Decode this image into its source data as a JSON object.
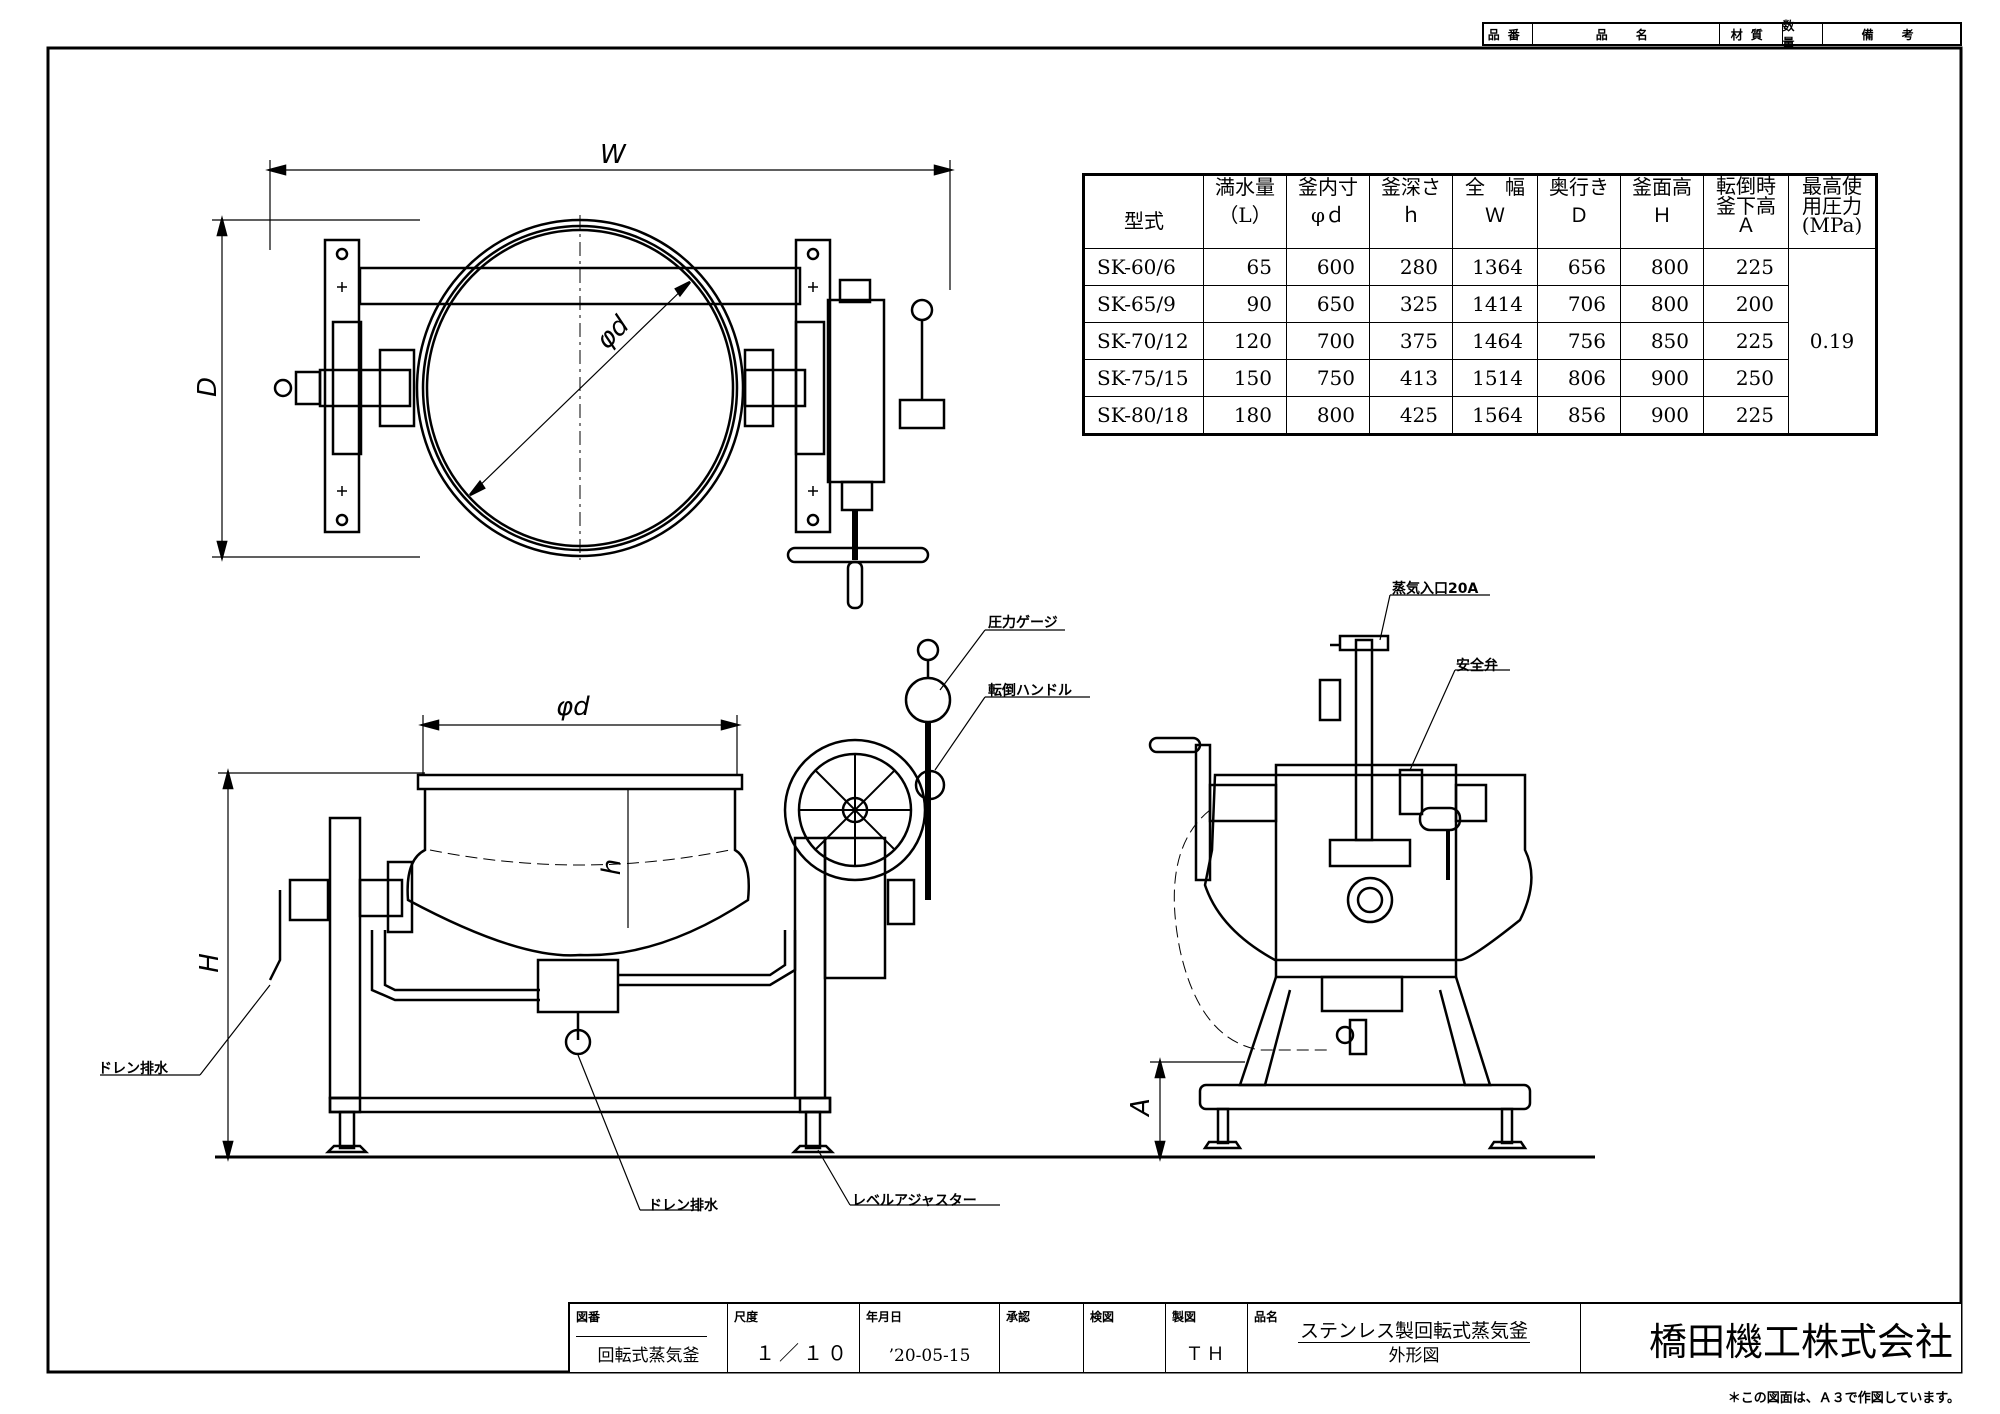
{
  "parts_header": {
    "item_no": "品番",
    "item_name": "品　名",
    "material": "材質",
    "quantity": "数量",
    "remarks": "備　考"
  },
  "spec_table": {
    "headers": [
      {
        "top": "",
        "bottom": "型式"
      },
      {
        "top": "満水量",
        "bottom": "（L）"
      },
      {
        "top": "釜内寸",
        "bottom": "φｄ"
      },
      {
        "top": "釜深さ",
        "bottom": "ｈ"
      },
      {
        "top": "全　幅",
        "bottom": "Ｗ"
      },
      {
        "top": "奥行き",
        "bottom": "Ｄ"
      },
      {
        "top": "釜面高",
        "bottom": "Ｈ"
      },
      {
        "top": "転倒時\n釜下高",
        "bottom": "Ａ"
      },
      {
        "top": "最高使\n用圧力",
        "bottom": "(MPa)"
      }
    ],
    "rows": [
      {
        "model": "SK-60/6",
        "capacity": "65",
        "inner_d": "600",
        "depth": "280",
        "width": "1364",
        "depth_d": "656",
        "height": "800",
        "a": "225"
      },
      {
        "model": "SK-65/9",
        "capacity": "90",
        "inner_d": "650",
        "depth": "325",
        "width": "1414",
        "depth_d": "706",
        "height": "800",
        "a": "200"
      },
      {
        "model": "SK-70/12",
        "capacity": "120",
        "inner_d": "700",
        "depth": "375",
        "width": "1464",
        "depth_d": "756",
        "height": "850",
        "a": "225"
      },
      {
        "model": "SK-75/15",
        "capacity": "150",
        "inner_d": "750",
        "depth": "413",
        "width": "1514",
        "depth_d": "806",
        "height": "900",
        "a": "250"
      },
      {
        "model": "SK-80/18",
        "capacity": "180",
        "inner_d": "800",
        "depth": "425",
        "width": "1564",
        "depth_d": "856",
        "height": "900",
        "a": "225"
      }
    ],
    "max_pressure": "0.19"
  },
  "dimension_labels": {
    "w": "W",
    "d": "D",
    "phi_d_top": "φd",
    "phi_d_front": "φd",
    "h_small": "h",
    "h_big": "H",
    "a": "A"
  },
  "callouts": {
    "pressure_gauge": "圧力ゲージ",
    "tilt_handle": "転倒ハンドル",
    "drain_left": "ドレン排水",
    "drain_bottom": "ドレン排水",
    "level_adjuster": "レベルアジャスター",
    "steam_inlet": "蒸気入口20A",
    "safety_valve": "安全弁"
  },
  "title_block": {
    "drawing_no_label": "図番",
    "drawing_no": "回転式蒸気釜",
    "scale_label": "尺度",
    "scale": "１／１０",
    "date_label": "年月日",
    "date": "’20-05-15",
    "approved_label": "承認",
    "checked_label": "検図",
    "drawn_label": "製図",
    "drawn_by": "ＴＨ",
    "product_label": "品名",
    "product_name": "ステンレス製回転式蒸気釜",
    "drawing_type": "外形図",
    "company": "橋田機工株式会社"
  },
  "footer_note": "＊この図面は、Ａ３で作図しています。"
}
